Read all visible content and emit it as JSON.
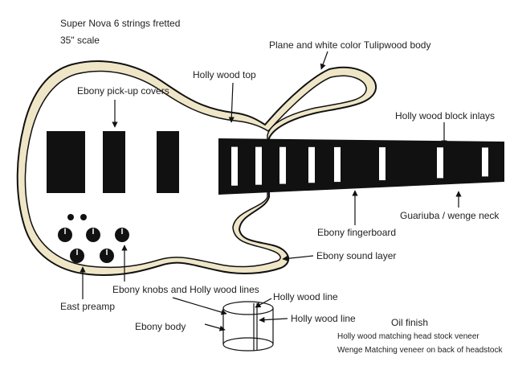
{
  "header": {
    "model": "Super Nova 6 strings fretted",
    "scale": "35\" scale"
  },
  "labels": {
    "body_wood": "Plane and white color Tulipwood body",
    "top": "Holly wood top",
    "pickup_covers": "Ebony pick-up covers",
    "inlays": "Holly wood block inlays",
    "fingerboard": "Ebony fingerboard",
    "neck": "Guariuba / wenge neck",
    "sound_layer": "Ebony sound layer",
    "knobs": "Ebony knobs and Holly wood lines",
    "preamp": "East preamp",
    "body_section": "Ebony body",
    "line_upper": "Holly wood line",
    "line_lower": "Holly wood line"
  },
  "finish": {
    "title": "Oil finish",
    "notes": [
      "Holly wood matching head stock veneer",
      "Wenge Matching veneer on back of headstock"
    ]
  },
  "colors": {
    "binding": "#efe6c8",
    "ebony": "#111111",
    "holly": "#ffffff",
    "outline": "#111111"
  }
}
